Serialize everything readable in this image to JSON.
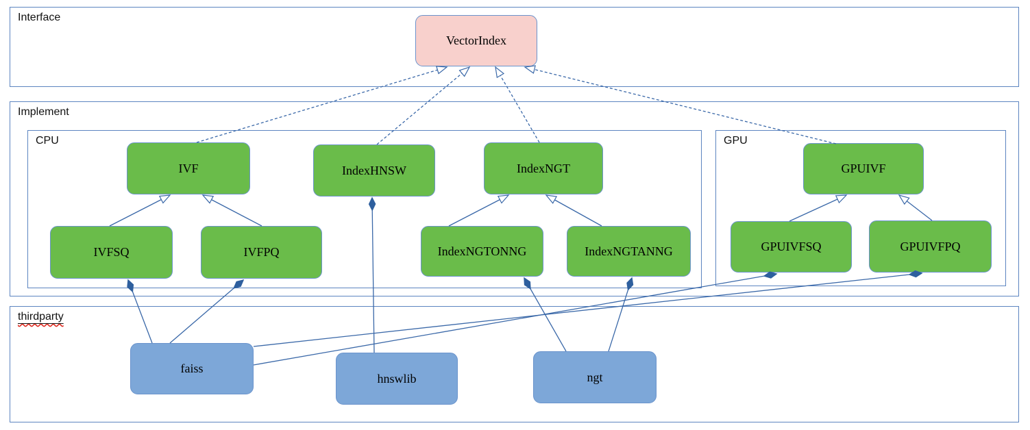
{
  "groups": {
    "interface": {
      "label": "Interface"
    },
    "implement": {
      "label": "Implement"
    },
    "cpu": {
      "label": "CPU"
    },
    "gpu": {
      "label": "GPU"
    },
    "thirdparty": {
      "label": "thirdparty"
    }
  },
  "nodes": {
    "vectorindex": {
      "label": "VectorIndex",
      "group": "interface"
    },
    "ivf": {
      "label": "IVF",
      "group": "cpu"
    },
    "indexhnsw": {
      "label": "IndexHNSW",
      "group": "cpu"
    },
    "indexngt": {
      "label": "IndexNGT",
      "group": "cpu"
    },
    "ivfsq": {
      "label": "IVFSQ",
      "group": "cpu"
    },
    "ivfpq": {
      "label": "IVFPQ",
      "group": "cpu"
    },
    "indexngtonng": {
      "label": "IndexNGTONNG",
      "group": "cpu"
    },
    "indexngtanng": {
      "label": "IndexNGTANNG",
      "group": "cpu"
    },
    "gpuivf": {
      "label": "GPUIVF",
      "group": "gpu"
    },
    "gpuivfsq": {
      "label": "GPUIVFSQ",
      "group": "gpu"
    },
    "gpuivfpq": {
      "label": "GPUIVFPQ",
      "group": "gpu"
    },
    "faiss": {
      "label": "faiss",
      "group": "thirdparty"
    },
    "hnswlib": {
      "label": "hnswlib",
      "group": "thirdparty"
    },
    "ngt": {
      "label": "ngt",
      "group": "thirdparty"
    }
  },
  "edges": [
    {
      "from": "IVF",
      "to": "VectorIndex",
      "type": "realization-dashed-hollow-arrow"
    },
    {
      "from": "IndexHNSW",
      "to": "VectorIndex",
      "type": "realization-dashed-hollow-arrow"
    },
    {
      "from": "IndexNGT",
      "to": "VectorIndex",
      "type": "realization-dashed-hollow-arrow"
    },
    {
      "from": "GPUIVF",
      "to": "VectorIndex",
      "type": "realization-dashed-hollow-arrow"
    },
    {
      "from": "IVFSQ",
      "to": "IVF",
      "type": "inheritance-hollow-arrow"
    },
    {
      "from": "IVFPQ",
      "to": "IVF",
      "type": "inheritance-hollow-arrow"
    },
    {
      "from": "IndexNGTONNG",
      "to": "IndexNGT",
      "type": "inheritance-hollow-arrow"
    },
    {
      "from": "IndexNGTANNG",
      "to": "IndexNGT",
      "type": "inheritance-hollow-arrow"
    },
    {
      "from": "GPUIVFSQ",
      "to": "GPUIVF",
      "type": "inheritance-hollow-arrow"
    },
    {
      "from": "GPUIVFPQ",
      "to": "GPUIVF",
      "type": "inheritance-hollow-arrow"
    },
    {
      "from": "faiss",
      "to": "IVFSQ",
      "type": "composition-filled-diamond"
    },
    {
      "from": "faiss",
      "to": "IVFPQ",
      "type": "composition-filled-diamond"
    },
    {
      "from": "faiss",
      "to": "GPUIVFSQ",
      "type": "composition-filled-diamond"
    },
    {
      "from": "faiss",
      "to": "GPUIVFPQ",
      "type": "composition-filled-diamond"
    },
    {
      "from": "hnswlib",
      "to": "IndexHNSW",
      "type": "composition-filled-diamond"
    },
    {
      "from": "ngt",
      "to": "IndexNGTONNG",
      "type": "composition-filled-diamond"
    },
    {
      "from": "ngt",
      "to": "IndexNGTANNG",
      "type": "composition-filled-diamond"
    }
  ],
  "colors": {
    "interface_fill": "#f8d0cc",
    "implementation_fill": "#6abc4a",
    "thirdparty_fill": "#7da7d8",
    "node_border": "#6a93cc",
    "group_border": "#5b84c0",
    "connector": "#3a68a8",
    "spellcheck_underline": "#df2a20"
  }
}
